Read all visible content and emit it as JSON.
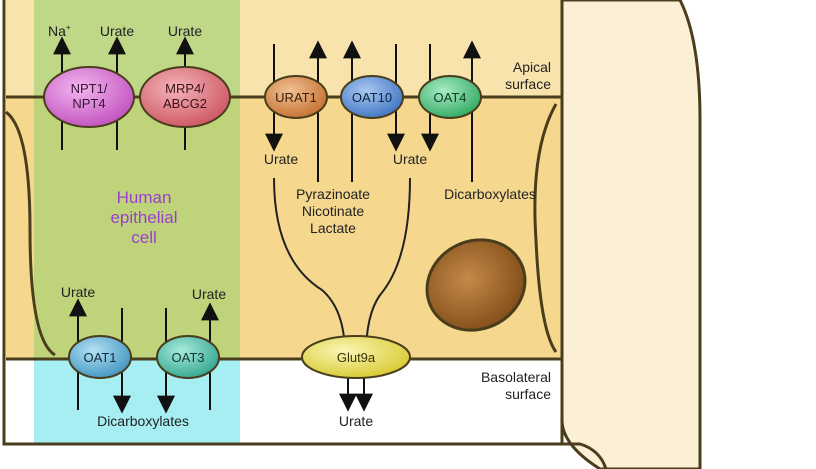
{
  "cell_label": [
    "Human",
    "epithelial",
    "cell"
  ],
  "surfaces": {
    "apical": [
      "Apical",
      "surface"
    ],
    "basolateral": [
      "Basolateral",
      "surface"
    ]
  },
  "transporters": {
    "npt": [
      "NPT1/",
      "NPT4"
    ],
    "mrp4": [
      "MRP4/",
      "ABCG2"
    ],
    "urat1": "URAT1",
    "oat10": "OAT10",
    "oat4": "OAT4",
    "oat1": "OAT1",
    "oat3": "OAT3",
    "glut9a": "Glut9a"
  },
  "substrates": {
    "na": "Na",
    "na_charge": "+",
    "urate_npt": "Urate",
    "urate_mrp4": "Urate",
    "urate_urat1": "Urate",
    "urate_oat10": "Urate",
    "dicarboxylates_apical": "Dicarboxylates",
    "anions": [
      "Pyrazinoate",
      "Nicotinate",
      "Lactate"
    ],
    "urate_oat1": "Urate",
    "urate_oat3": "Urate",
    "dicarboxylates_basolateral": "Dicarboxylates",
    "urate_glut9a": "Urate"
  },
  "colors": {
    "cell_fill": "#f5d88e",
    "neighbor_cell_fill": "#fbefd6",
    "membrane": "#4a3d1c",
    "green_overlay": "#8fcf6a",
    "blue_overlay": "#a7eef2",
    "npt": "#d66cd2",
    "mrp4": "#e0727e",
    "urat1": "#d9894a",
    "oat10": "#5a8fd6",
    "oat4": "#4fc484",
    "oat1": "#5faed4",
    "oat3": "#52c2ac",
    "glut9a": "#eee55a",
    "nucleus": "#9a6224",
    "label_purple": "#9a3fd0"
  }
}
